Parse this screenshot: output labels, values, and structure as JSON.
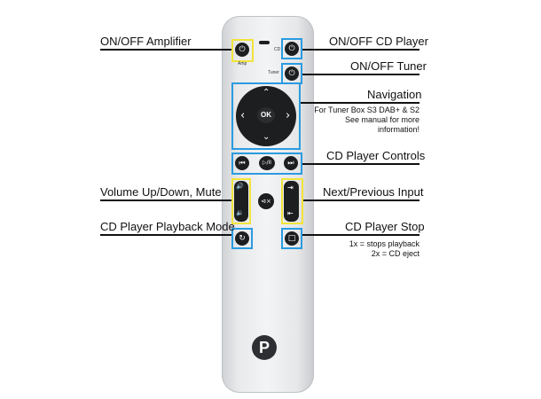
{
  "labels": {
    "onoff_amplifier": "ON/OFF Amplifier",
    "onoff_cd_player": "ON/OFF CD Player",
    "onoff_tuner": "ON/OFF Tuner",
    "navigation": "Navigation",
    "navigation_note_1": "For Tuner Box S3 DAB+ & S2",
    "navigation_note_2": "See manual for more",
    "navigation_note_3": "information!",
    "cd_player_controls": "CD Player Controls",
    "volume": "Volume Up/Down, Mute",
    "next_prev_input": "Next/Previous Input",
    "cd_playback_mode": "CD Player Playback Mode",
    "cd_player_stop": "CD Player Stop",
    "stop_note_1": "1x = stops playback",
    "stop_note_2": "2x = CD eject"
  },
  "remote": {
    "amp_label": "Amp",
    "cd_label": "CD",
    "tuner_label": "Tuner",
    "ok_label": "OK",
    "logo": "P"
  },
  "icons": {
    "power": "⏻",
    "prev": "⏮",
    "playpause": "▷/II",
    "next": "⏭",
    "vol_up": "🔊",
    "vol_down": "🔉",
    "mute": "⊲×",
    "input_next": "⇥",
    "input_prev": "⇤",
    "repeat": "↻",
    "stop": "□",
    "up": "⌃",
    "down": "⌄",
    "left": "‹",
    "right": "›"
  },
  "colors": {
    "amp_box": "#f1e43a",
    "cd_box": "#2a9be0"
  }
}
